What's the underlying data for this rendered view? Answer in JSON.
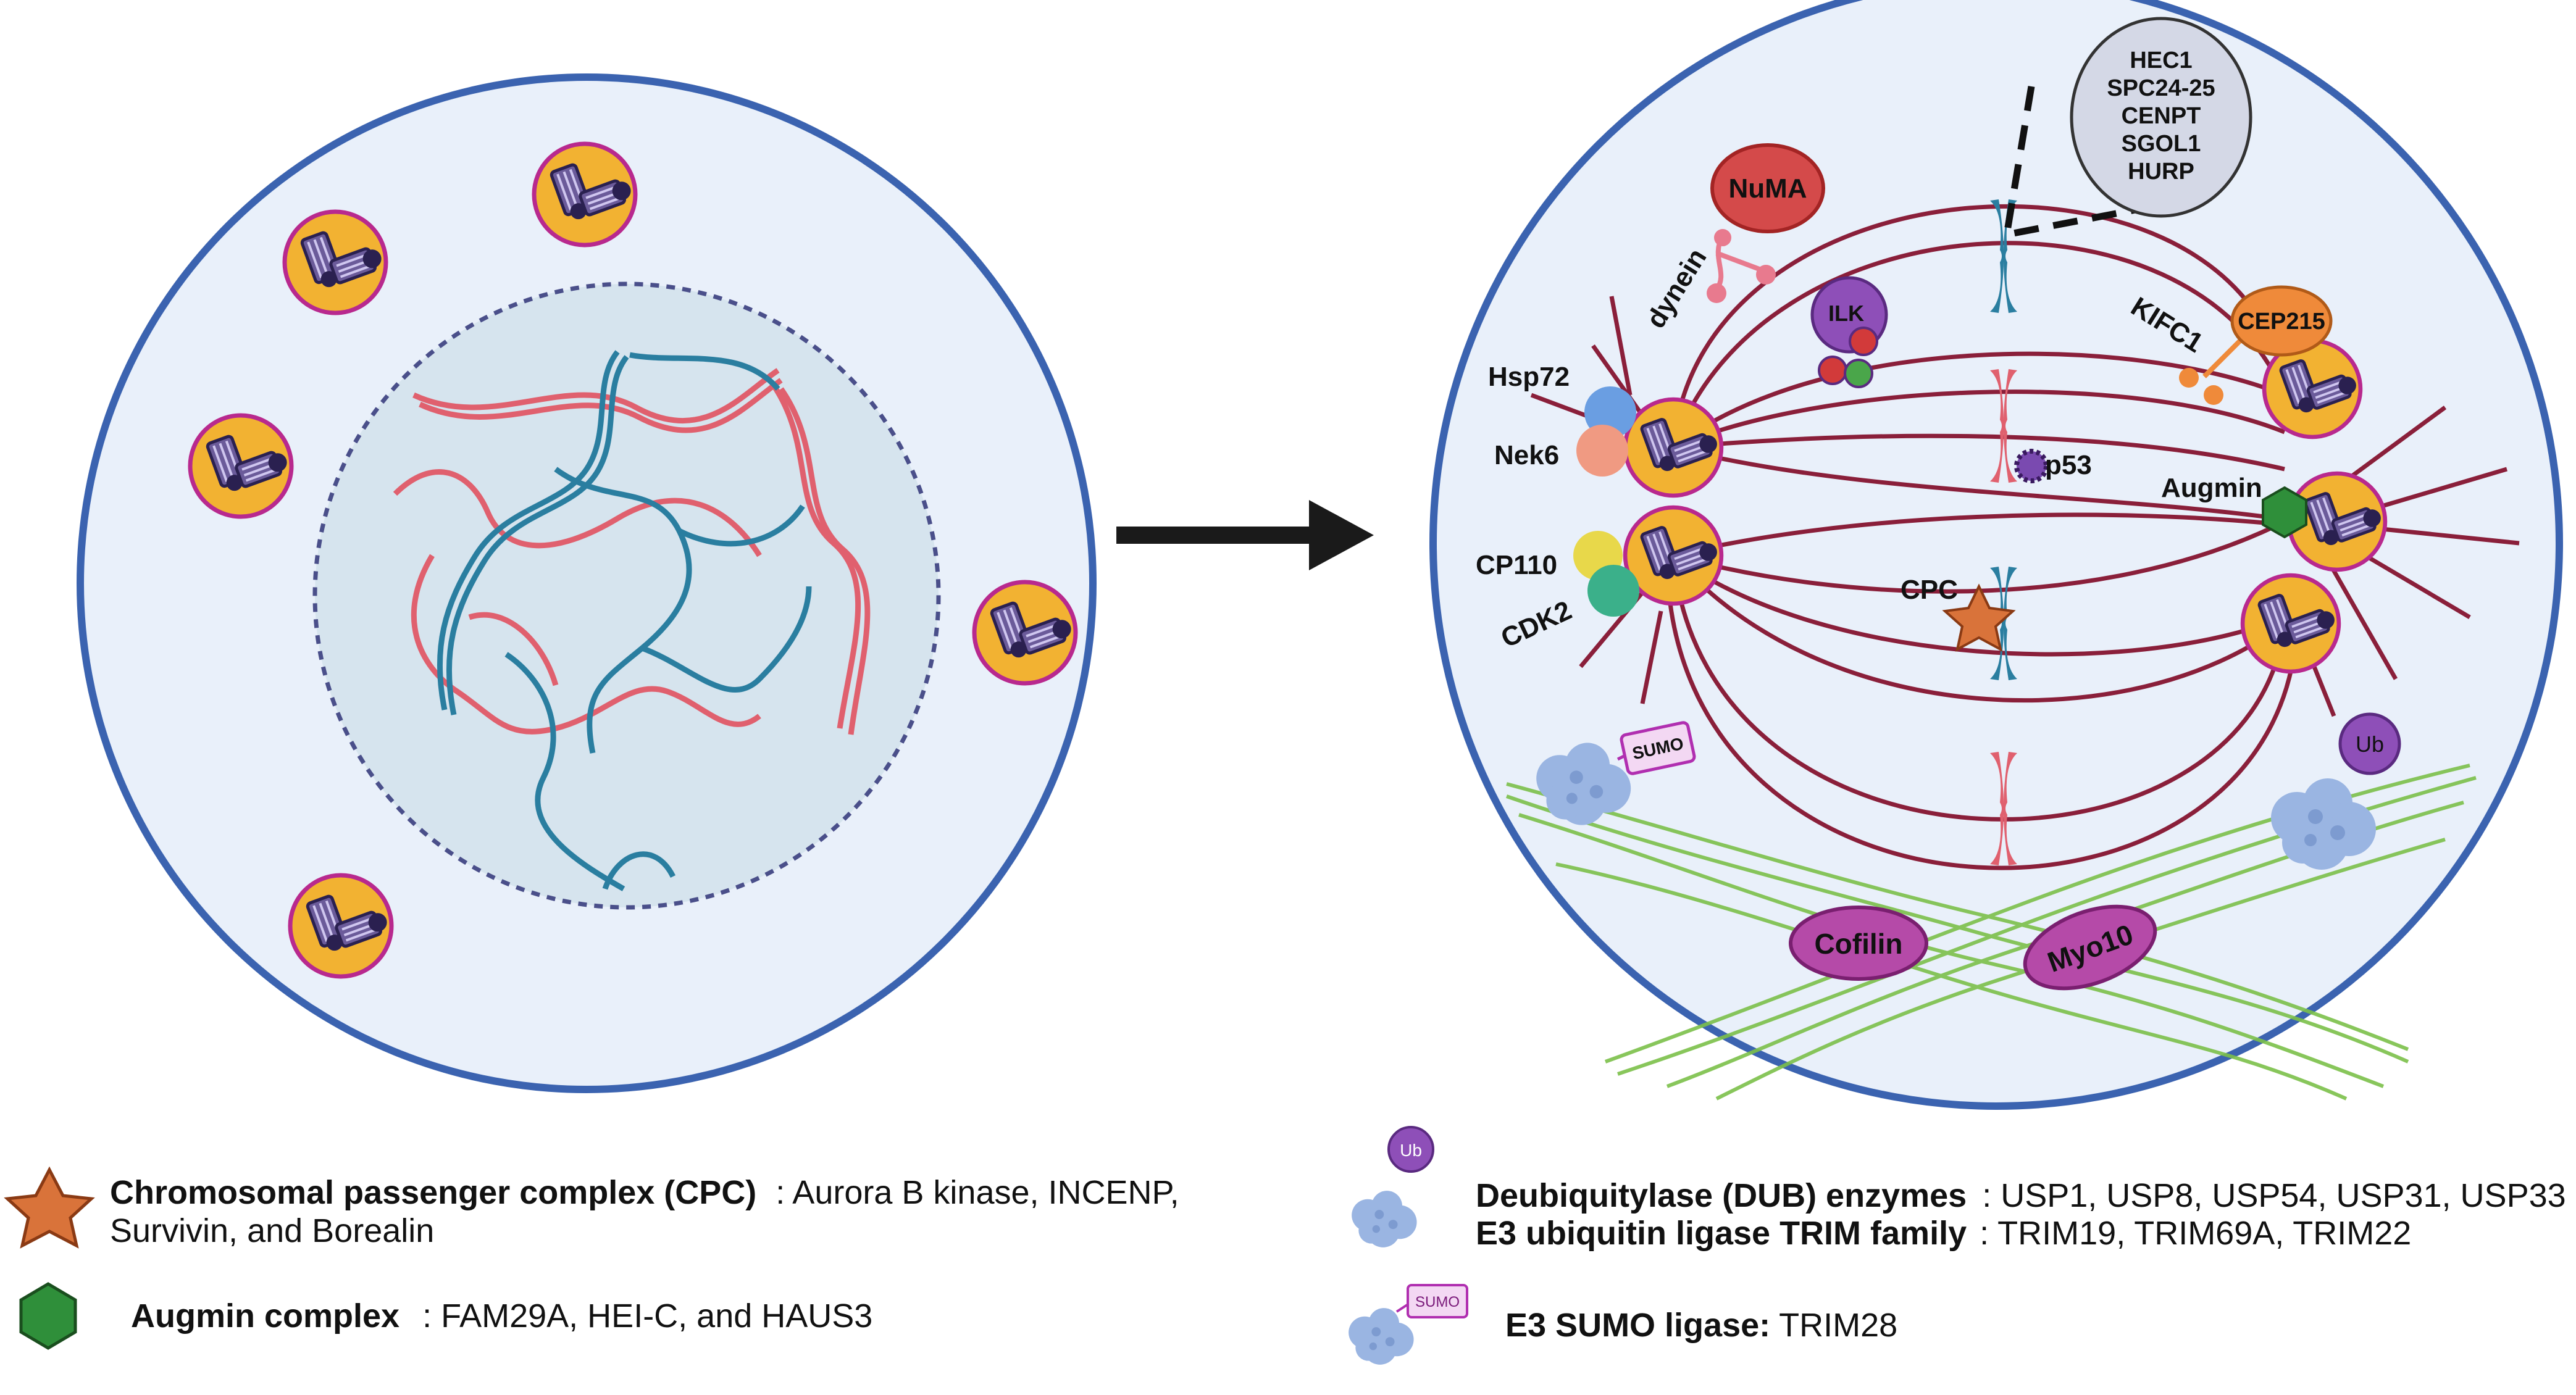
{
  "diagram": {
    "right_cell": {
      "kinetochore_box": [
        "HEC1",
        "SPC24-25",
        "CENPT",
        "SGOL1",
        "HURP"
      ],
      "labels": {
        "numa": "NuMA",
        "dynein": "dynein",
        "ilk": "ILK",
        "hsp72": "Hsp72",
        "nek6": "Nek6",
        "cp110": "CP110",
        "cdk2": "CDK2",
        "p53": "p53",
        "cpc": "CPC",
        "augmin": "Augmin",
        "kifc1": "KIFC1",
        "cep215": "CEP215",
        "sumo": "SUMO",
        "ub": "Ub",
        "cofilin": "Cofilin",
        "myo10": "Myo10"
      }
    },
    "legend": {
      "cpc_title": "Chromosomal passenger complex (CPC)",
      "cpc_desc_1": ": Aurora B kinase, INCENP,",
      "cpc_desc_2": "Survivin, and Borealin",
      "augmin_title": "Augmin complex",
      "augmin_desc": ": FAM29A, HEI-C, and HAUS3",
      "dub_title": "Deubiquitylase (DUB) enzymes",
      "dub_desc": ": USP1, USP8, USP54, USP31, USP33",
      "trim_title": "E3 ubiquitin ligase TRIM family",
      "trim_desc": ":  TRIM19, TRIM69A, TRIM22",
      "sumo_title": "E3 SUMO ligase:",
      "sumo_desc": " TRIM28",
      "ub_badge": "Ub",
      "sumo_badge": "SUMO"
    }
  },
  "colors": {
    "cell_border": "#3b63b0",
    "cell_fill": "#e9f0fa",
    "nucleus_fill": "#d6e4ee",
    "red_chromatin": "#e0606e",
    "blue_chromatin": "#2a7ea0",
    "spindle": "#8a1f3a",
    "centrosome_fill": "#f2b232",
    "centrosome_ring": "#b8298e",
    "centriole": "#6b5b9a",
    "actin": "#7cc04a",
    "cpc_star": "#d9733a",
    "augmin_hex": "#2f8f3a",
    "numa": "#d44a4a",
    "cep215": "#ef8a3a",
    "ilk": "#8e4fb8",
    "ub": "#8e4fb8",
    "sumo": "#b02fb0",
    "cofilin": "#b54aa8"
  }
}
